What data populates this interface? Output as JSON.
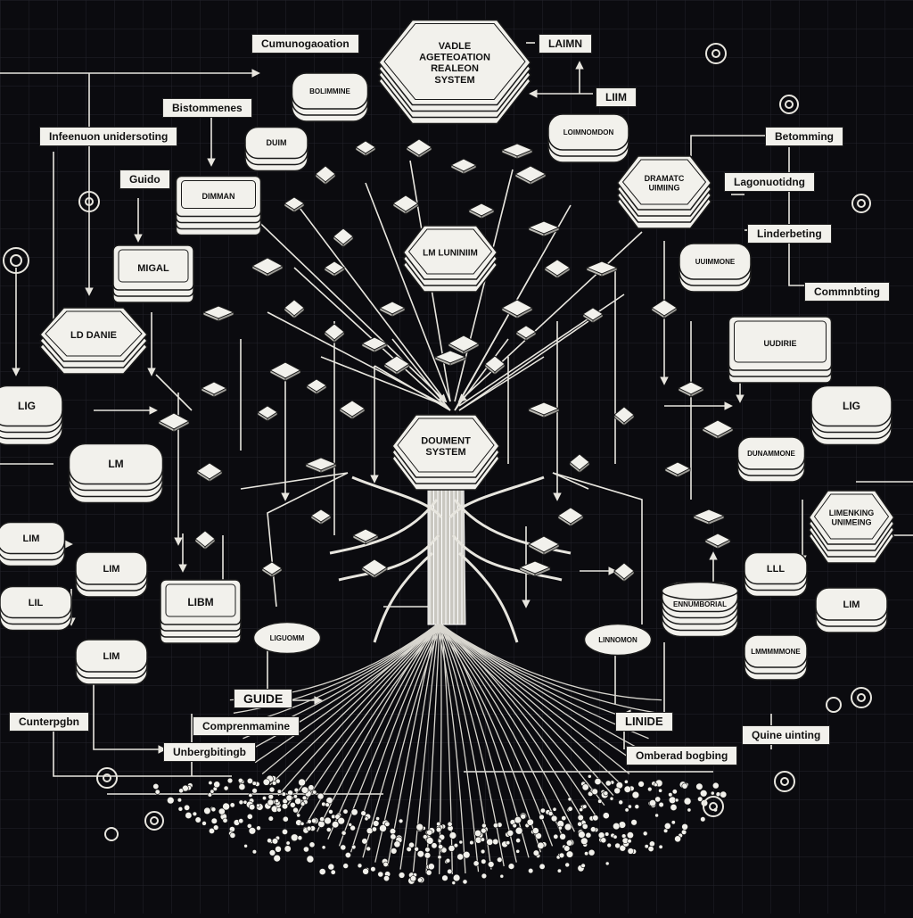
{
  "colors": {
    "background": "#0b0b0f",
    "ink": "#f2f1ec",
    "line": "#e8e6df",
    "grid": "#23232b",
    "outline": "#1a1a1a"
  },
  "diagram": {
    "nodes": {
      "top": "VADLE AGETEOATION REALEON SYSTEM",
      "center": "DOUMENT SYSTEM",
      "mid": "LM LUNINIIM",
      "ld_name": "LD DANIE",
      "lig_left": "LIG",
      "lm_left": "LM",
      "lim_small_left": "LIM",
      "lil_left": "LIL",
      "lim_left2": "LIM",
      "lim_left3": "LIM",
      "lim_stack": "LIBM",
      "dium_left": "DUIM",
      "maral": "MIGAL",
      "dium_dome": "DIMMAN",
      "dramatic": "DRAMATC UIMIING",
      "lig_right": "LIG",
      "uu_right": "UUDIRIE",
      "lm_right": "LLL",
      "lim_right": "LIM",
      "storage_cyl": "ENNUMBORIAL",
      "library": "LIMENKING UNIMEING",
      "lnirmnoldon": "LOIMNOMDON",
      "bolimmone": "BOLIMMINE",
      "udimmone": "UUIMMONE",
      "dunammone": "DUNAMMONE",
      "lmmmmone": "LMMMMMONE",
      "storage_ellipse": "LIGUOMM",
      "disk_mid": "LINNOMON"
    },
    "labels": {
      "comunication": "Cumunogaoation",
      "lainm": "LAIMN",
      "linm_top": "LIIM",
      "bistormenes": "Bistommenes",
      "hebenoan": "Infeenuon unidersoting",
      "betomming": "Betomming",
      "gudo": "Guido",
      "lagomuotidng": "Lagonuotidng",
      "linderbeting": "Linderbeting",
      "comunbting": "Commnbting",
      "gude_bottom": "GUIDE",
      "comprenmane": "Comprenmamine",
      "cunterpgbn": "Cunterpgbn",
      "unbergbing": "Unbergbitingb",
      "linmide": "LINIDE",
      "omberad": "Omberad bogbing",
      "quire": "Quine uinting"
    }
  }
}
